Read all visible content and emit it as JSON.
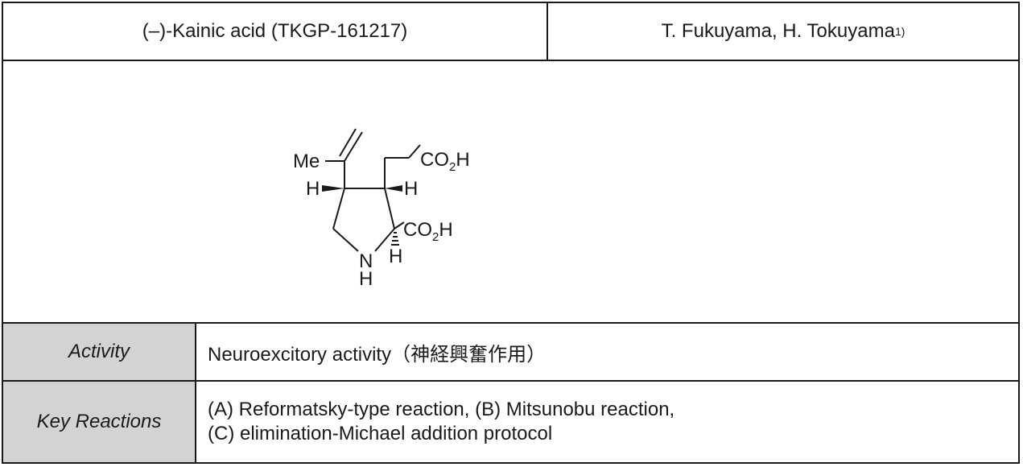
{
  "header": {
    "title": "(–)-Kainic acid (TKGP-161217)",
    "authors": "T. Fukuyama, H. Tokuyama",
    "authors_ref": "1)"
  },
  "structure": {
    "labels": {
      "me": "Me",
      "h_left": "H",
      "h_right": "H",
      "nh_n": "N",
      "nh_h": "H",
      "h_alpha": "H",
      "co2h_top_a": "CO",
      "co2h_top_sub": "2",
      "co2h_top_b": "H",
      "co2h_bottom_a": "CO",
      "co2h_bottom_sub": "2",
      "co2h_bottom_b": "H"
    }
  },
  "activity": {
    "label": "Activity",
    "value": "Neuroexcitory activity（神経興奮作用）"
  },
  "key_reactions": {
    "label": "Key Reactions",
    "line1": "(A) Reformatsky-type reaction, (B) Mitsunobu reaction,",
    "line2": "(C) elimination-Michael addition protocol"
  }
}
